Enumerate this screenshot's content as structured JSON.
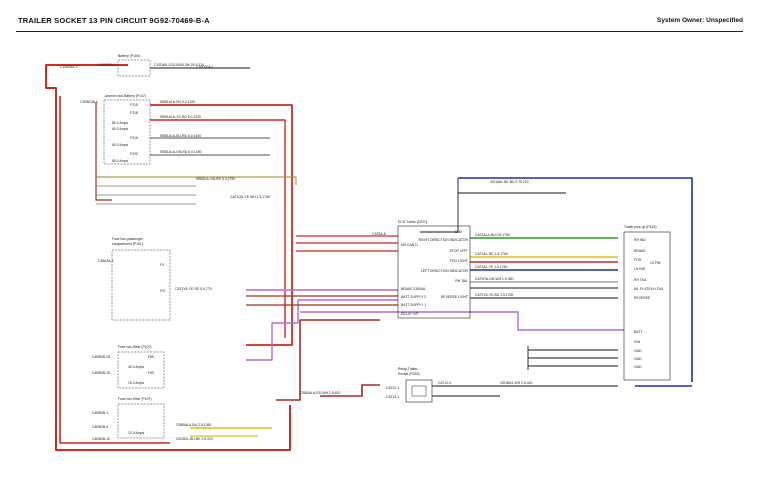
{
  "header": {
    "title": "TRAILER SOCKET 13 PIN CIRCUIT 9G92-70469-B-A",
    "owner": "System Owner: Unspecified"
  },
  "components": {
    "battery": "Battery (P100)",
    "junction_box": "Junction box-Battery (P147)",
    "fuse_box_passenger_1": "Fuse box-passenger",
    "fuse_box_passenger_2": "compartment (P101)",
    "fuse_box_rear_1": "Fuse box-Rear (P107)",
    "fuse_box_rear_2": "Fuse box-Rear (P107)",
    "ecu_trailer": "ECU-Trailer (D221)",
    "relay_trailer_1": "Relay-Trailer-",
    "relay_trailer_2": "Socket (R252)",
    "trailer_pickup": "Trailer pick-up (P124)"
  },
  "fuses": {
    "f215": "F215",
    "f218": "F218",
    "f216": "F216",
    "f220": "F220",
    "f4": "F4",
    "f47": "F47",
    "f85": "F85",
    "f60": "F60",
    "amp_80a": "80.0 Amps",
    "amp_60a": "60.0 Amps",
    "amp_40a": "40.0 Amps",
    "amp_15a": "15.0 Amps",
    "amp_125a": "12.5 Amps"
  },
  "ecu_pins": {
    "gnd": "GND",
    "right_dir": "RIGHT DIRECTION INDICATOR",
    "stop_left": "STOP LEFT",
    "fog_light": "FOG LIGHT",
    "left_dir": "LEFT DIRECTION INDICATOR",
    "rh_tail": "RH TAIL",
    "ms_can": "MS CAN H",
    "brake": "BRAKE SIGNAL",
    "batt1": "BATT SUPPLY 1",
    "batt2": "BATT SUPPLY 2",
    "reverse": "REVERSE LIGHT",
    "relay_op": "RELAY O/P"
  },
  "socket_pins": {
    "rh_ind": "RH IND",
    "brake": "BRAKE",
    "fog": "FOG",
    "lh_ind": "LH IND",
    "rh_tail": "RH TAIL",
    "lh_tail": "N/L PLATE/LH TAIL",
    "reverse": "REVERSE",
    "batt": "BATT",
    "ign": "IGN",
    "gnd1": "GND",
    "gnd2": "GND",
    "gnd3": "GND",
    "pin_label": "13 PIN"
  },
  "wires": {
    "w1": "GD1500L BK 25 5.210",
    "w2": "SBB1ALA-RD 6.0.1220",
    "w3": "SBB1ALA-YE-RD 6.0.1220",
    "w4": "SBB1ALA-BU-RD 6.0.1440",
    "w5": "SBB1ALA-GN-RD 6.0.1450",
    "w6": "SBB2LA-GN-RD 6.0.2750",
    "w7": "CAT1YA-YE-RD 0.5.770",
    "w8": "CAT2ALA-BU 0.5.1760",
    "w9": "CAT1AL-RD 1.5.1760",
    "w10": "CAT1AL-YE 1.5.1760",
    "w11": "CAT2RA-GN-WH 1.5.380",
    "w12": "CAT1QA-YE-WH 1.5.1760",
    "w13": "GD1A6L-BK-BU 0.75.220",
    "w14": "CAT2YA-YE-BU 1.5.1760",
    "w15": "GD1BA1-WH 2.5.440",
    "w16": "CBB5ALA-BU 2.5.1260",
    "w17": "CBB4ALA-RD-WH 2.5.620",
    "w18": "GD2B2L-BU-BK 0.5.210"
  },
  "connectors": {
    "c1": "C10D22A-1",
    "c2": "C10D4B-1",
    "c3": "C10D30A-1",
    "c4": "C1BB10B-1",
    "c5": "C10B05A-1",
    "c6": "C4B43A-2",
    "c7": "CAT5A-8",
    "c8": "C4BB2B-25",
    "c9": "C4BB2B-26",
    "c10": "C4BB2B-10",
    "c11": "CAT12-1",
    "c12": "CAT14-1",
    "c13": "C4BB2B-1",
    "c14": "C4BB2B-5",
    "c15": "CAT12-2"
  },
  "colors": {
    "red": "#d4281e",
    "darkred": "#a0301e",
    "green": "#22a024",
    "blue": "#1f2fa8",
    "yellow": "#d8c41a",
    "purple": "#b36bd6",
    "olive": "#9a8a2a",
    "brown": "#7a5b2a",
    "black": "#1a1a1a",
    "gray": "#777777"
  }
}
